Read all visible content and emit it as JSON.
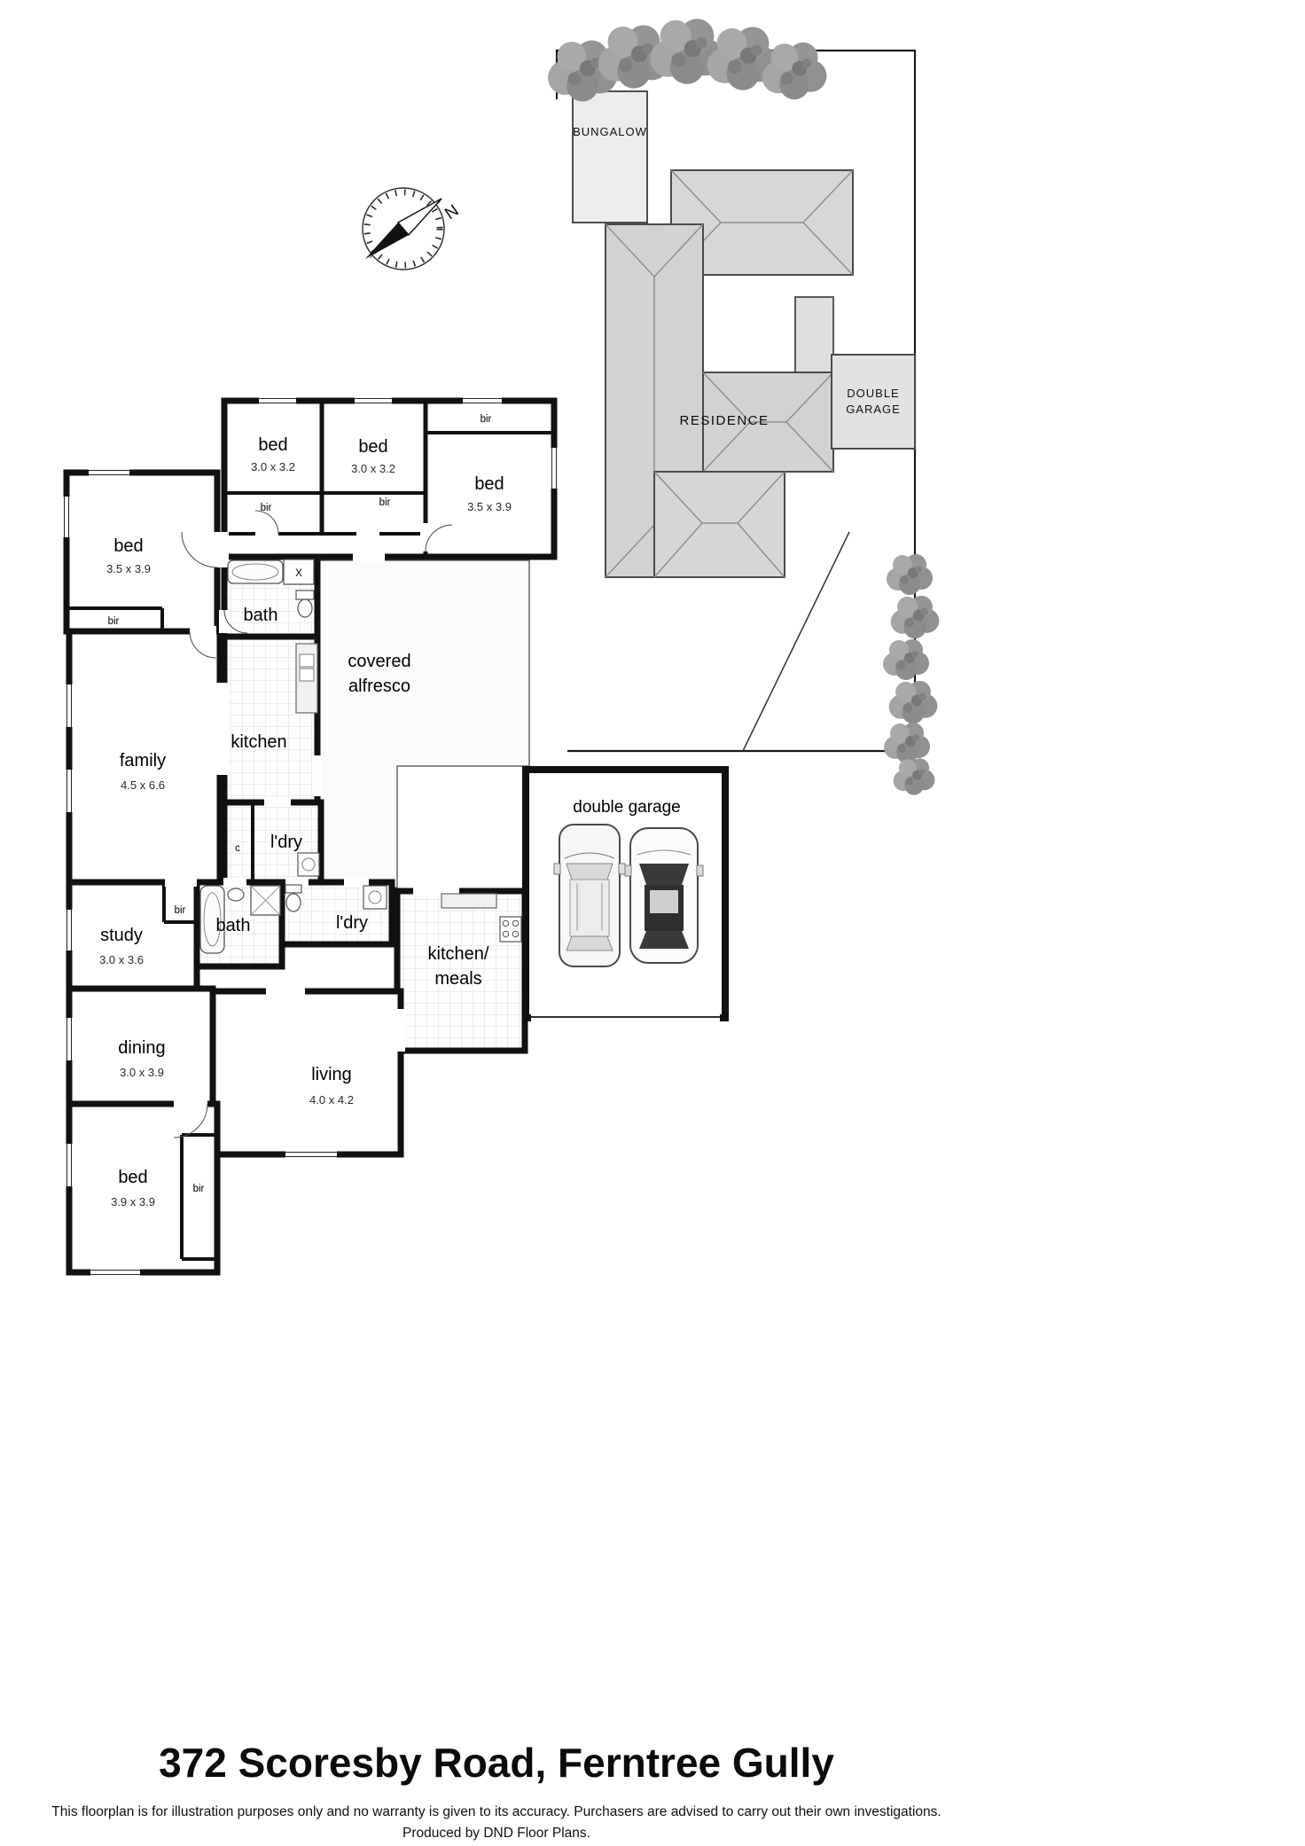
{
  "title": "372 Scoresby Road, Ferntree Gully",
  "footer": {
    "disclaimer": "This floorplan is for illustration purposes only and no warranty is given to its accuracy. Purchasers are advised to carry out their own investigations.",
    "credit": "Produced by DND Floor Plans."
  },
  "compass": {
    "north": "N"
  },
  "site_plan": {
    "bungalow": "BUNGALOW",
    "residence": "RESIDENCE",
    "garage_line1": "DOUBLE",
    "garage_line2": "GARAGE"
  },
  "floor_plan": {
    "bir": "bir",
    "closet": "c",
    "shower": "X",
    "bed_top_left": {
      "label": "bed",
      "size": "3.0 x 3.2"
    },
    "bed_top_mid": {
      "label": "bed",
      "size": "3.0 x 3.2"
    },
    "bed_top_right": {
      "label": "bed",
      "size": "3.5 x 3.9"
    },
    "bed_left": {
      "label": "bed",
      "size": "3.5 x 3.9"
    },
    "bed_bottom": {
      "label": "bed",
      "size": "3.9 x 3.9"
    },
    "bath_top": {
      "label": "bath"
    },
    "bath_mid": {
      "label": "bath"
    },
    "kitchen": {
      "label": "kitchen"
    },
    "family": {
      "label": "family",
      "size": "4.5 x 6.6"
    },
    "laundry_top": {
      "label": "l'dry"
    },
    "laundry_mid": {
      "label": "l'dry"
    },
    "study": {
      "label": "study",
      "size": "3.0 x 3.6"
    },
    "dining": {
      "label": "dining",
      "size": "3.0 x 3.9"
    },
    "living": {
      "label": "living",
      "size": "4.0 x 4.2"
    },
    "kitchen_meals": {
      "line1": "kitchen/",
      "line2": "meals"
    },
    "alfresco": {
      "line1": "covered",
      "line2": "alfresco"
    },
    "garage": {
      "label": "double garage"
    }
  },
  "colors": {
    "wall": "#111111",
    "roof": "#d4d4d4",
    "tree": "#9c9c9c"
  }
}
